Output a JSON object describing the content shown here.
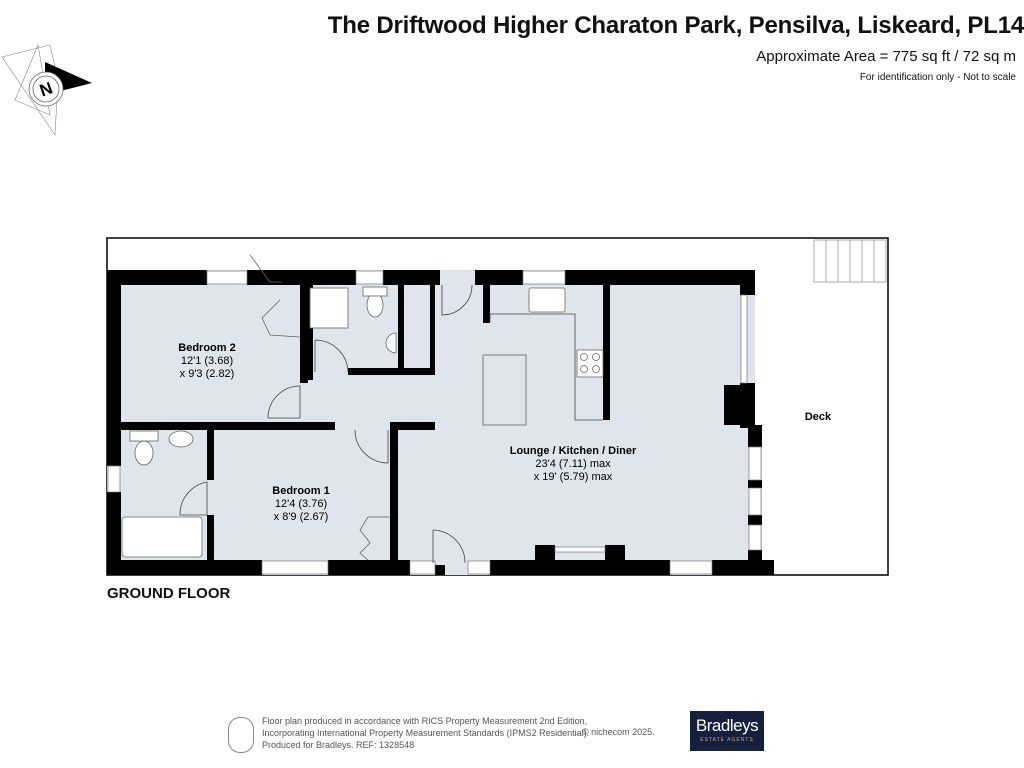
{
  "header": {
    "title": "The Driftwood Higher Charaton Park, Pensilva, Liskeard, PL14",
    "area": "Approximate Area = 775 sq ft / 72 sq m",
    "note": "For identification only - Not to scale"
  },
  "compass": {
    "letter": "N",
    "icon": "compass-north-icon"
  },
  "rooms": {
    "bedroom2": {
      "name": "Bedroom 2",
      "dim1": "12'1 (3.68)",
      "dim2": "x 9'3 (2.82)"
    },
    "bedroom1": {
      "name": "Bedroom 1",
      "dim1": "12'4 (3.76)",
      "dim2": "x 8'9 (2.67)"
    },
    "lounge": {
      "name": "Lounge / Kitchen / Diner",
      "dim1": "23'4 (7.11) max",
      "dim2": "x 19' (5.79) max"
    },
    "deck": {
      "name": "Deck"
    }
  },
  "floor_label": "GROUND FLOOR",
  "footer": {
    "line1": "Floor plan produced in accordance with RICS Property Measurement 2nd Edition,",
    "line2": "Incorporating International Property Measurement Standards (IPMS2 Residential).",
    "line3": "Produced for Bradleys.   REF: 1328548",
    "copyright": "© nichecom 2025.",
    "brand": "Bradleys",
    "brand_sub": "ESTATE AGENTS"
  },
  "colors": {
    "floor": "#dfe5ec",
    "wall": "#000000"
  }
}
